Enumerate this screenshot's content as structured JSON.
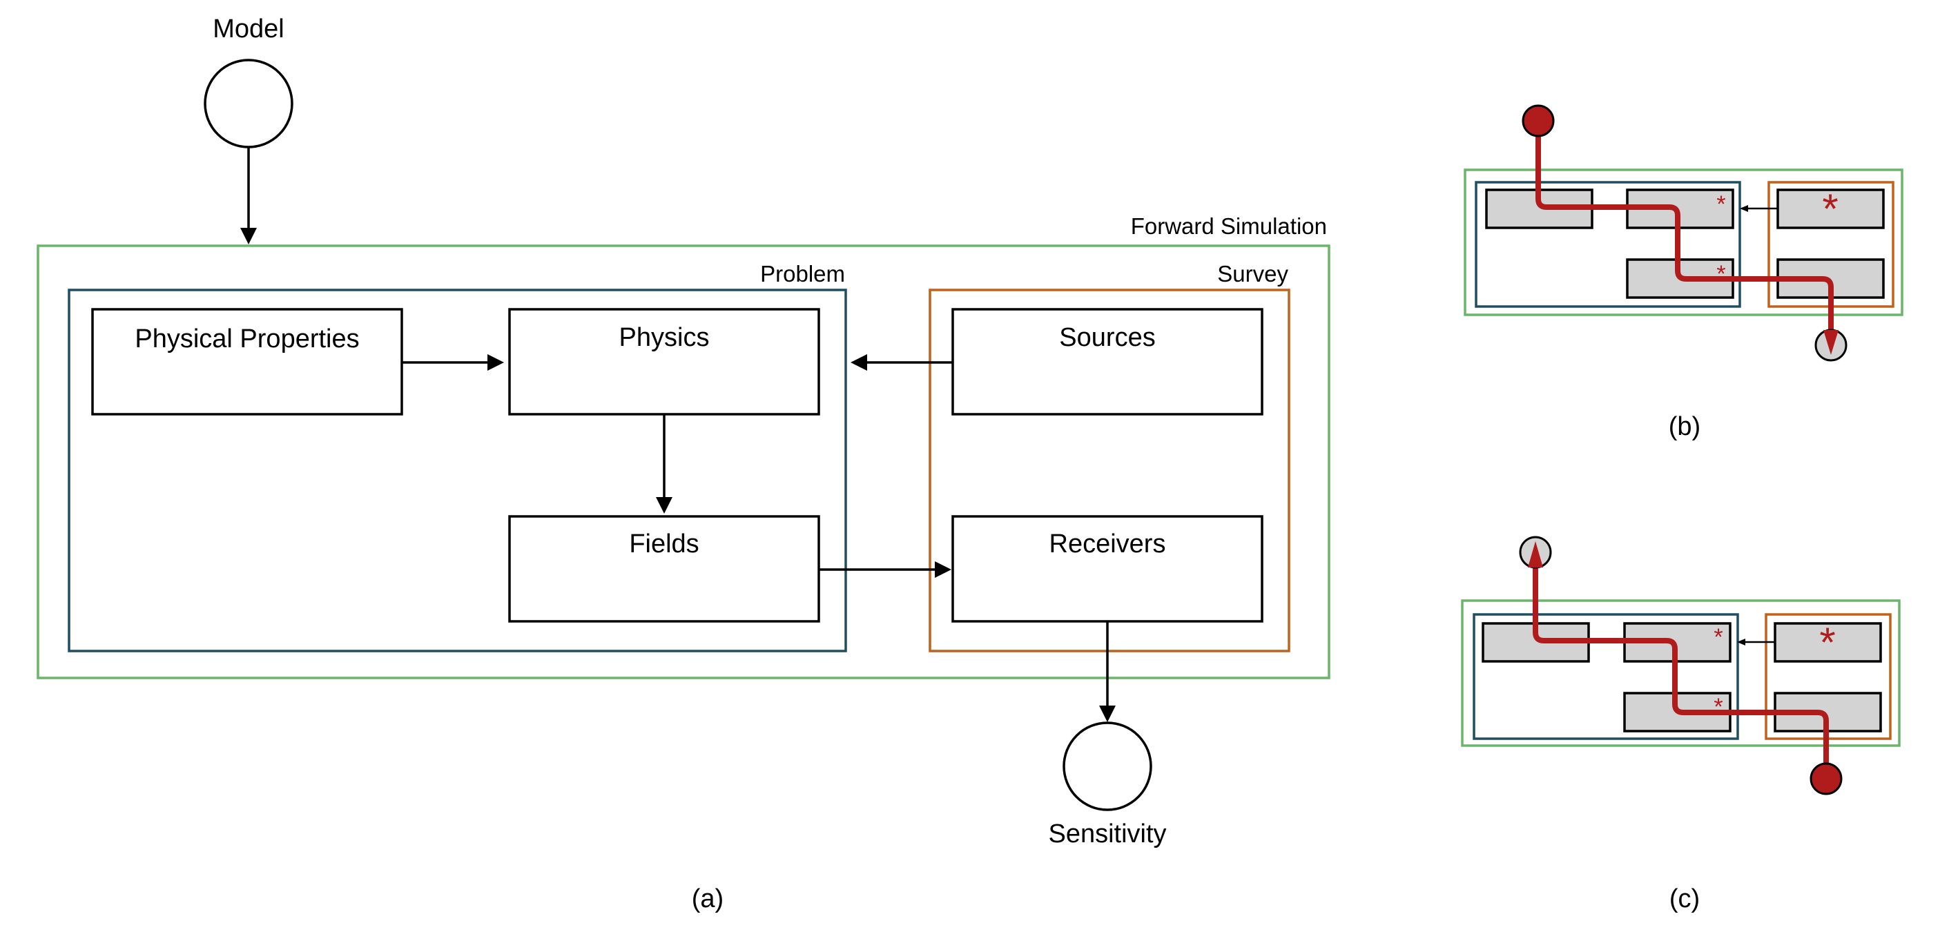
{
  "colors": {
    "forward_simulation": "#6ab56a",
    "problem": "#1f4e63",
    "survey": "#c0621a",
    "highlight": "#b01c1c",
    "module_fill": "#d3d3d3",
    "ink": "#000000"
  },
  "panel_a": {
    "model_label": "Model",
    "sensitivity_label": "Sensitivity",
    "forward_simulation_label": "Forward Simulation",
    "problem_label": "Problem",
    "survey_label": "Survey",
    "physical_properties": "Physical Properties",
    "physics": "Physics",
    "fields": "Fields",
    "sources": "Sources",
    "receivers": "Receivers",
    "caption": "(a)"
  },
  "panel_b": {
    "caption": "(b)",
    "marker": "*"
  },
  "panel_c": {
    "caption": "(c)",
    "marker": "*"
  }
}
